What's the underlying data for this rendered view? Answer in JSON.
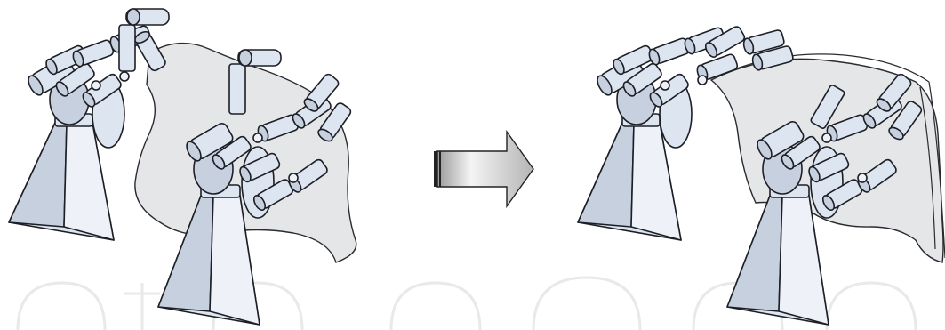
{
  "figure": {
    "before_state": "flat-sheet-grasped",
    "after_state": "sheet-folded",
    "arrow_direction": "right",
    "colors": {
      "robot_fill": "#dde5f0",
      "robot_shade": "#c6d0df",
      "sheet_fill": "#e4e6e8",
      "outline": "#1d1f26",
      "arrow_light": "#f4f4f4",
      "arrow_dark": "#9a9a9a"
    }
  }
}
